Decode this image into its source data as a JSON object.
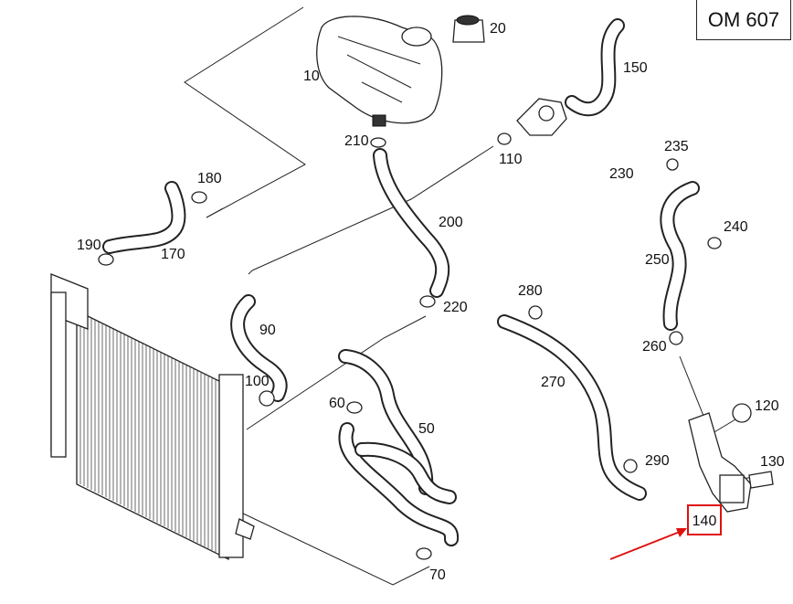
{
  "diagram": {
    "engine_code": "OM 607",
    "highlighted_part": "140",
    "highlight_color": "#e01010",
    "callouts": {
      "p10": "10",
      "p20": "20",
      "p50": "50",
      "p60": "60",
      "p70": "70",
      "p90": "90",
      "p100": "100",
      "p110": "110",
      "p120": "120",
      "p130": "130",
      "p150": "150",
      "p170": "170",
      "p180": "180",
      "p190": "190",
      "p200": "200",
      "p210": "210",
      "p220": "220",
      "p230": "230",
      "p235": "235",
      "p240": "240",
      "p250": "250",
      "p260": "260",
      "p270": "270",
      "p280": "280",
      "p290": "290"
    }
  }
}
